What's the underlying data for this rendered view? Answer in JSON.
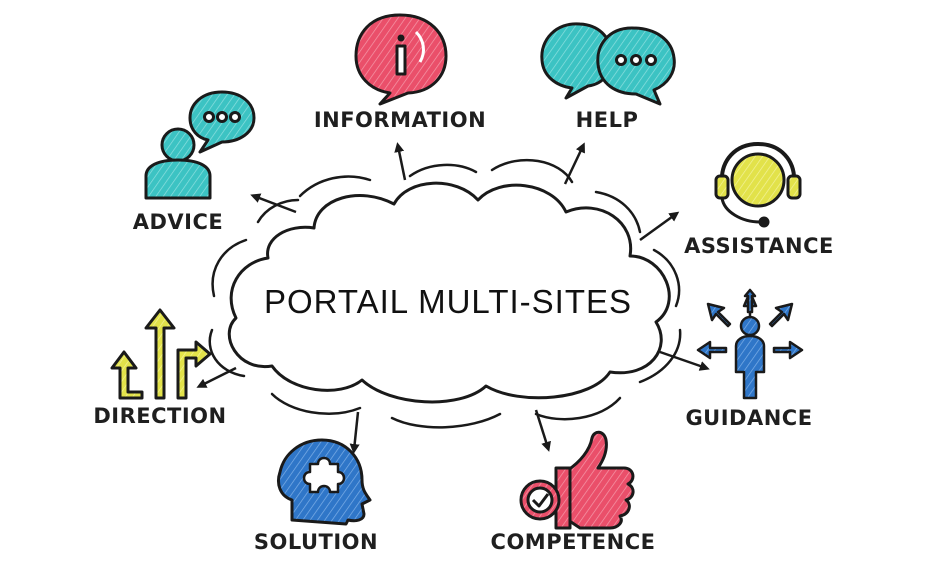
{
  "diagram": {
    "center_title": "PORTAIL MULTI-SITES",
    "nodes": [
      {
        "key": "information",
        "label": "INFORMATION",
        "icon": "info-speech-bubble-icon"
      },
      {
        "key": "help",
        "label": "HELP",
        "icon": "chat-bubbles-icon"
      },
      {
        "key": "advice",
        "label": "ADVICE",
        "icon": "person-speech-icon"
      },
      {
        "key": "assistance",
        "label": "ASSISTANCE",
        "icon": "headset-icon"
      },
      {
        "key": "direction",
        "label": "DIRECTION",
        "icon": "arrows-up-icon"
      },
      {
        "key": "guidance",
        "label": "GUIDANCE",
        "icon": "person-arrows-icon"
      },
      {
        "key": "solution",
        "label": "SOLUTION",
        "icon": "head-puzzle-icon"
      },
      {
        "key": "competence",
        "label": "COMPETENCE",
        "icon": "thumbs-up-check-icon"
      }
    ],
    "colors": {
      "teal": "#3cc3c3",
      "red": "#ea4f6a",
      "yellow": "#e2e24a",
      "blue": "#2f76c8",
      "outline": "#1a1a1a"
    }
  }
}
